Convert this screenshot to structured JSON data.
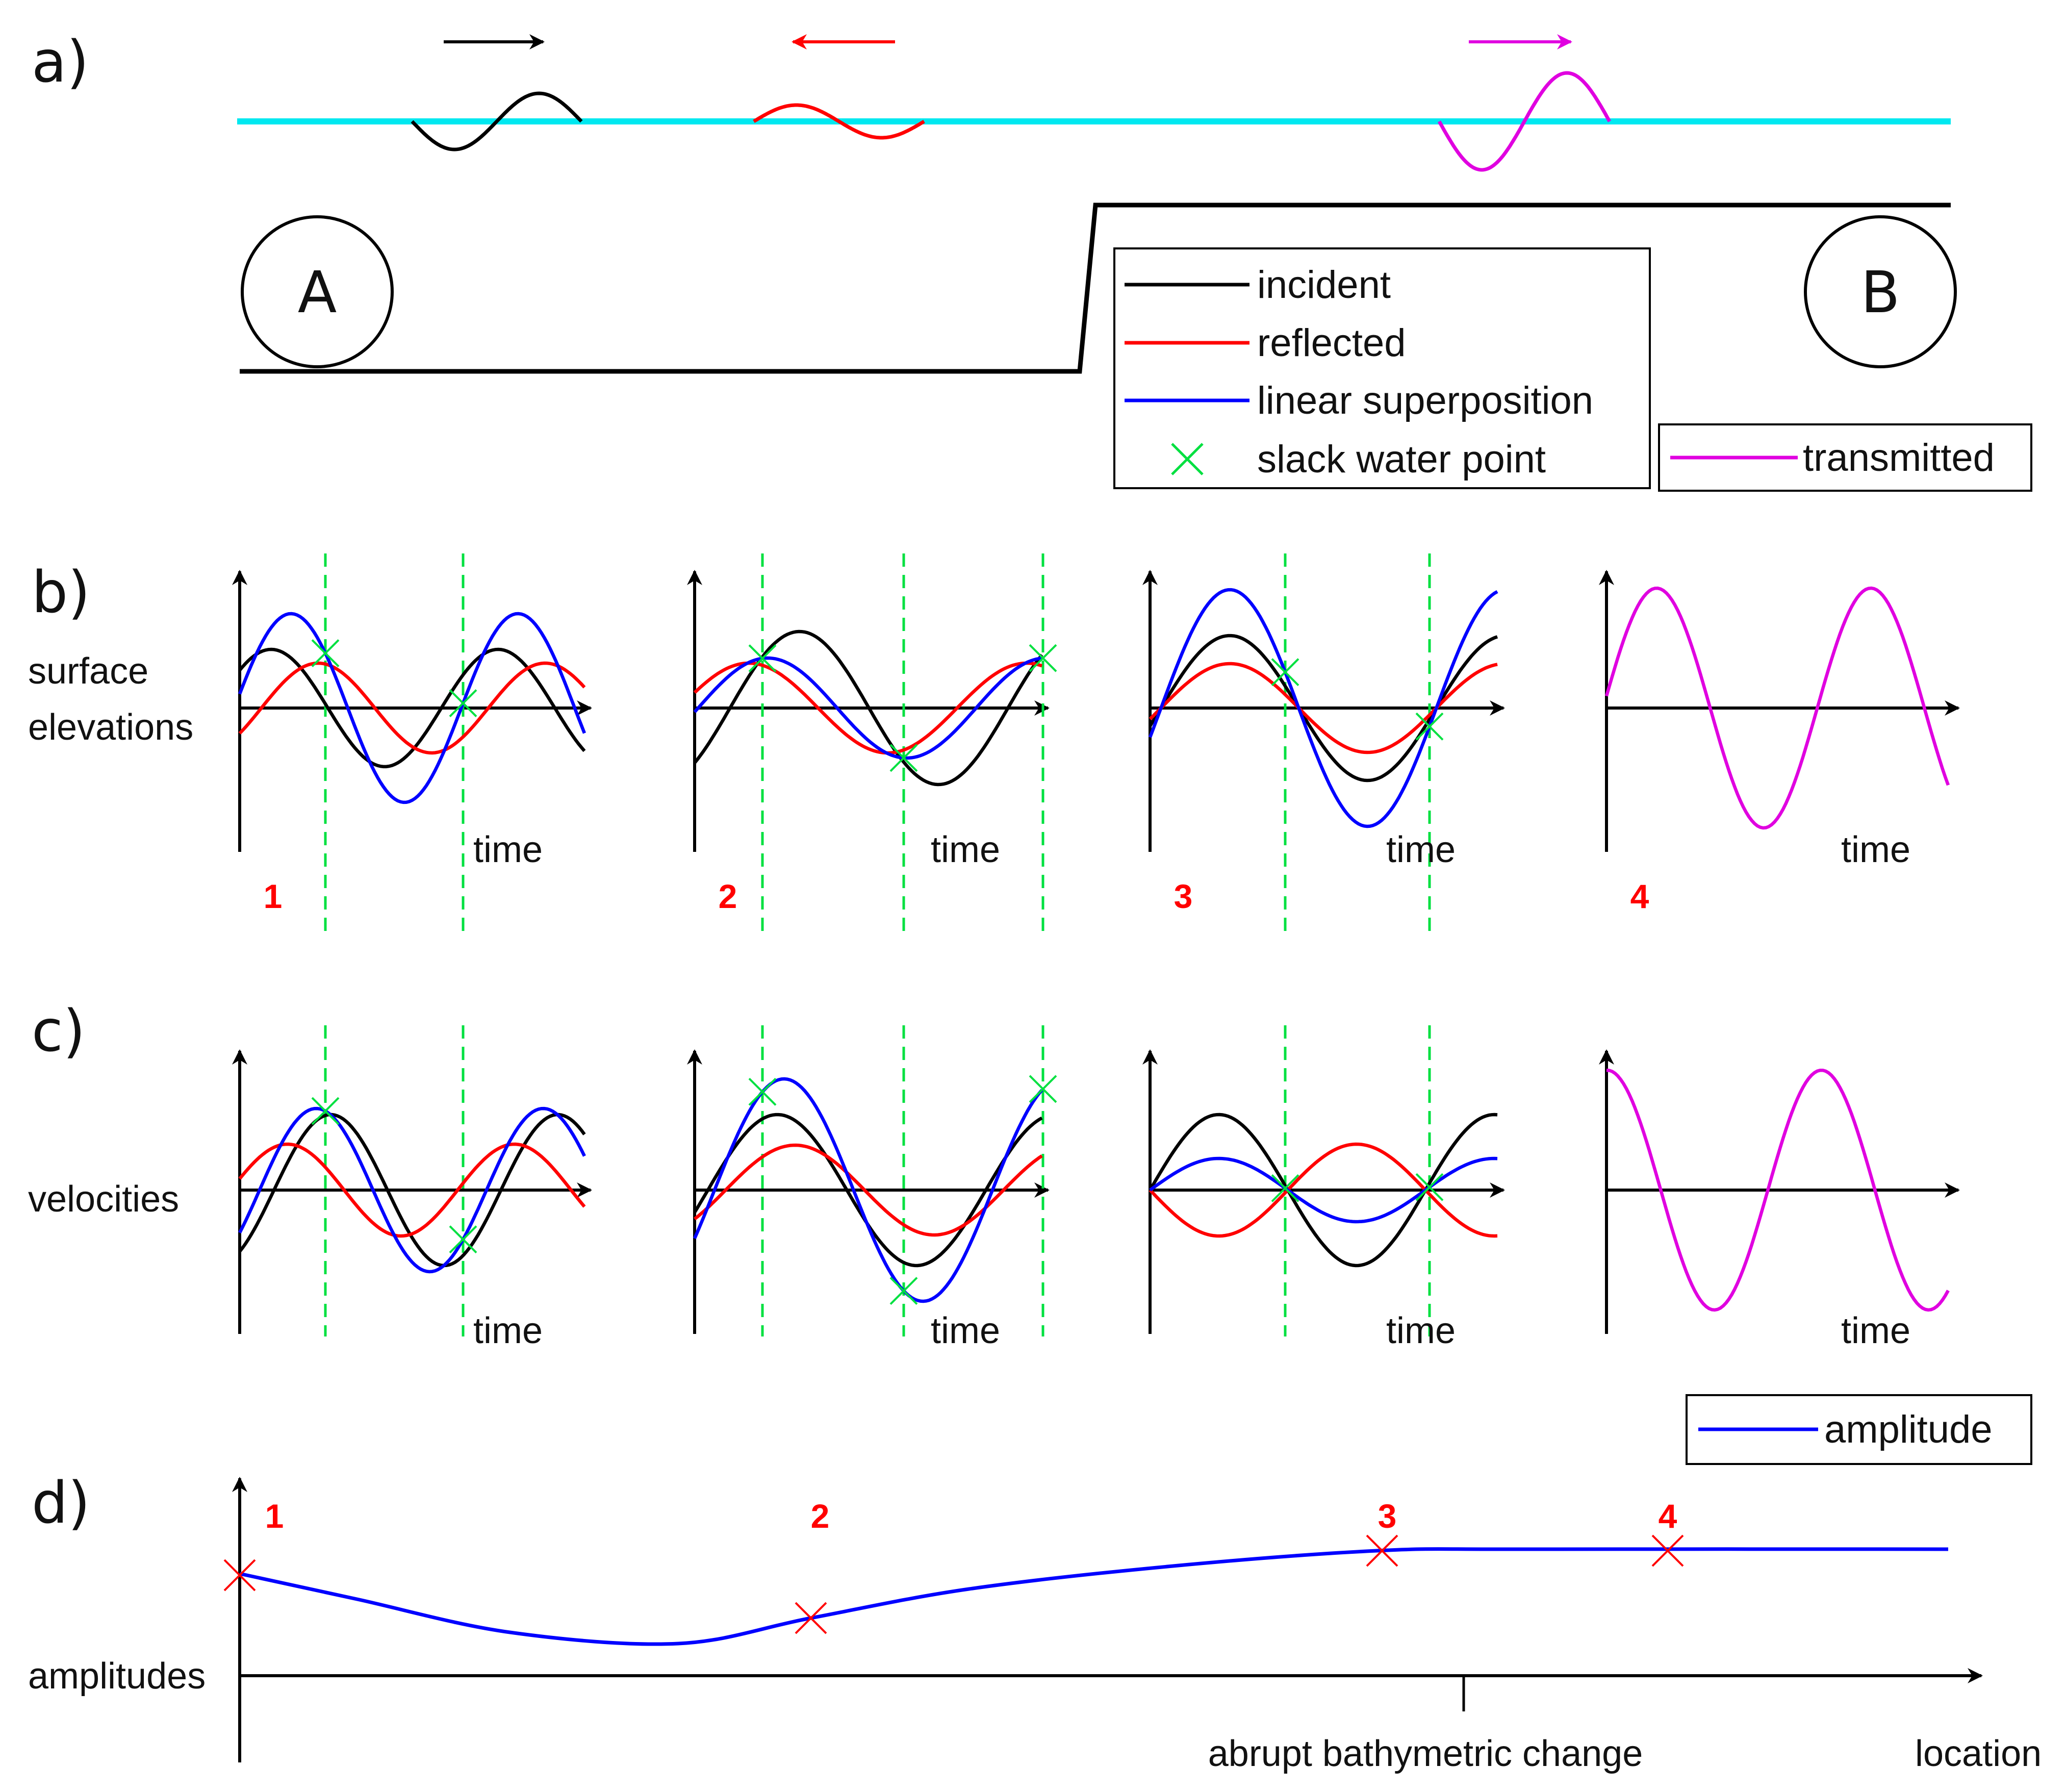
{
  "panel_labels": {
    "a": "a)",
    "b": "b)",
    "c": "c)",
    "d": "d)"
  },
  "locations": {
    "a": "A",
    "b": "B"
  },
  "legend_main": [
    {
      "label": "incident",
      "color": "#000000",
      "marker": "line"
    },
    {
      "label": "reflected",
      "color": "#ff0000",
      "marker": "line"
    },
    {
      "label": "linear superposition",
      "color": "#0000ff",
      "marker": "line"
    },
    {
      "label": "slack water point",
      "color": "#00e040",
      "marker": "x"
    }
  ],
  "legend_transmitted": {
    "label": "transmitted",
    "color": "#e000e0"
  },
  "legend_amplitude": {
    "label": "amplitude",
    "color": "#0000ff"
  },
  "row_labels": {
    "b_line1": "surface",
    "b_line2": "elevations",
    "c": "velocities",
    "d": "amplitudes"
  },
  "axis_labels": {
    "time": "time",
    "location": "location",
    "bathy": "abrupt bathymetric change"
  },
  "plot_numbers": [
    "1",
    "2",
    "3",
    "4"
  ],
  "colors": {
    "incident": "#000000",
    "reflected": "#ff0000",
    "superposition": "#0000ff",
    "transmitted": "#e000e0",
    "slack": "#00e040",
    "water_surface": "#00e8f0",
    "marker_red": "#ff0000"
  }
}
